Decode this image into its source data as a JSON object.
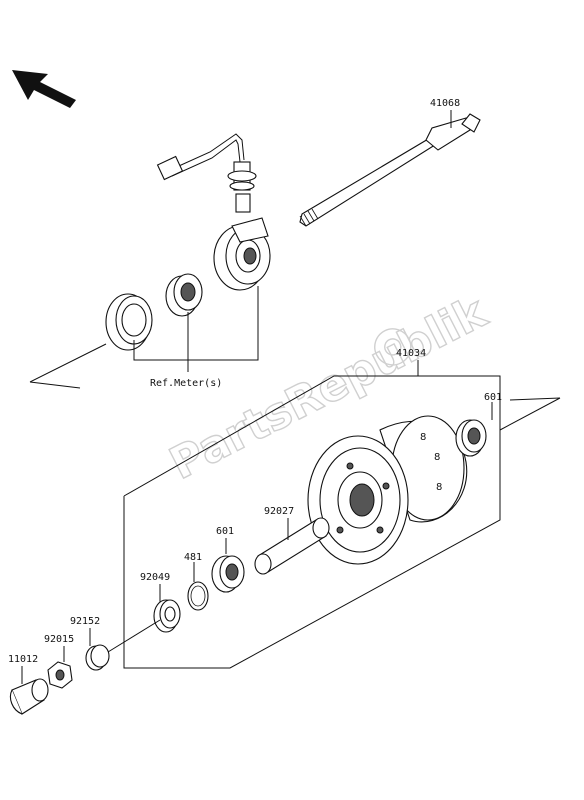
{
  "watermark": "PartsRepublik",
  "labels": {
    "p41068": "41068",
    "p41034": "41034",
    "p601a": "601",
    "p601b": "601",
    "p92027": "92027",
    "p481": "481",
    "p92049": "92049",
    "p92152": "92152",
    "p92015": "92015",
    "p11012": "11012",
    "refmeter": "Ref.Meter(s)"
  }
}
